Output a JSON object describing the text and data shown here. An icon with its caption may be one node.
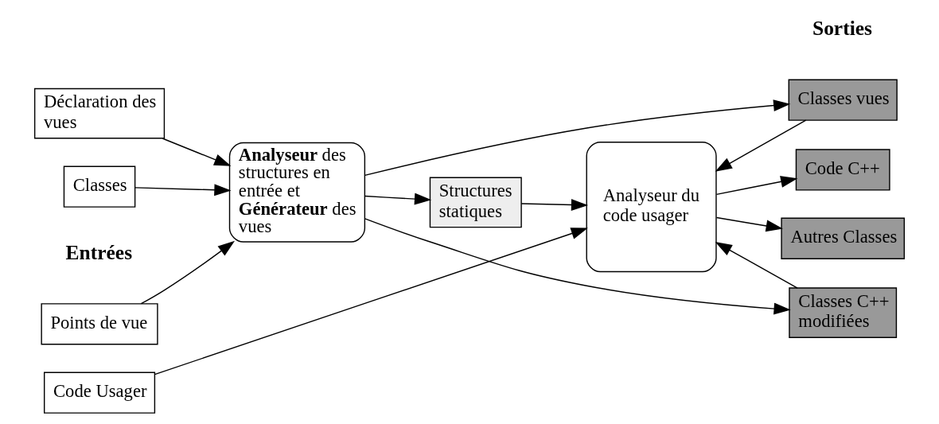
{
  "diagram": {
    "nodes": [
      {
        "text": [
          "Points de vue"
        ]
      },
      {
        "text": [
          "Classes"
        ]
      },
      {
        "text": [
          "Déclaration des vues"
        ]
      },
      {
        "text": [
          "Code Usager"
        ]
      },
      {
        "text": [
          "**Analyseur** des structures en entrée et **Générateur** des vues"
        ]
      },
      {
        "text": [
          "Structures statiques"
        ]
      },
      {
        "text": [
          "Analyseur du code usager"
        ]
      },
      {
        "text": [
          "Classes vues"
        ]
      },
      {
        "text": [
          "Classes C++ modifiées"
        ]
      },
      {
        "text": [
          "Code C++"
        ]
      },
      {
        "text": [
          "Autres Classes"
        ]
      }
    ],
    "edges": [
      {
        "from": 0,
        "to": 4,
        "arrow": "to"
      },
      {
        "from": 1,
        "to": 4,
        "arrow": "to"
      },
      {
        "from": 2,
        "to": 4,
        "arrow": "to"
      },
      {
        "from": 4,
        "to": 5,
        "arrow": "to"
      },
      {
        "from": 4,
        "to": 7,
        "arrow": "to"
      },
      {
        "from": 4,
        "to": 8,
        "arrow": "to"
      },
      {
        "from": 5,
        "to": 6,
        "arrow": "to"
      },
      {
        "from": 7,
        "to": 6,
        "arrow": "to"
      },
      {
        "from": 8,
        "to": 6,
        "arrow": "to"
      },
      {
        "from": 3,
        "to": 6,
        "arrow": "to"
      },
      {
        "from": 6,
        "to": 9,
        "arrow": "to"
      },
      {
        "from": 6,
        "to": 10,
        "arrow": "to"
      }
    ],
    "labels": [
      "Entrées",
      "Sorties"
    ]
  }
}
